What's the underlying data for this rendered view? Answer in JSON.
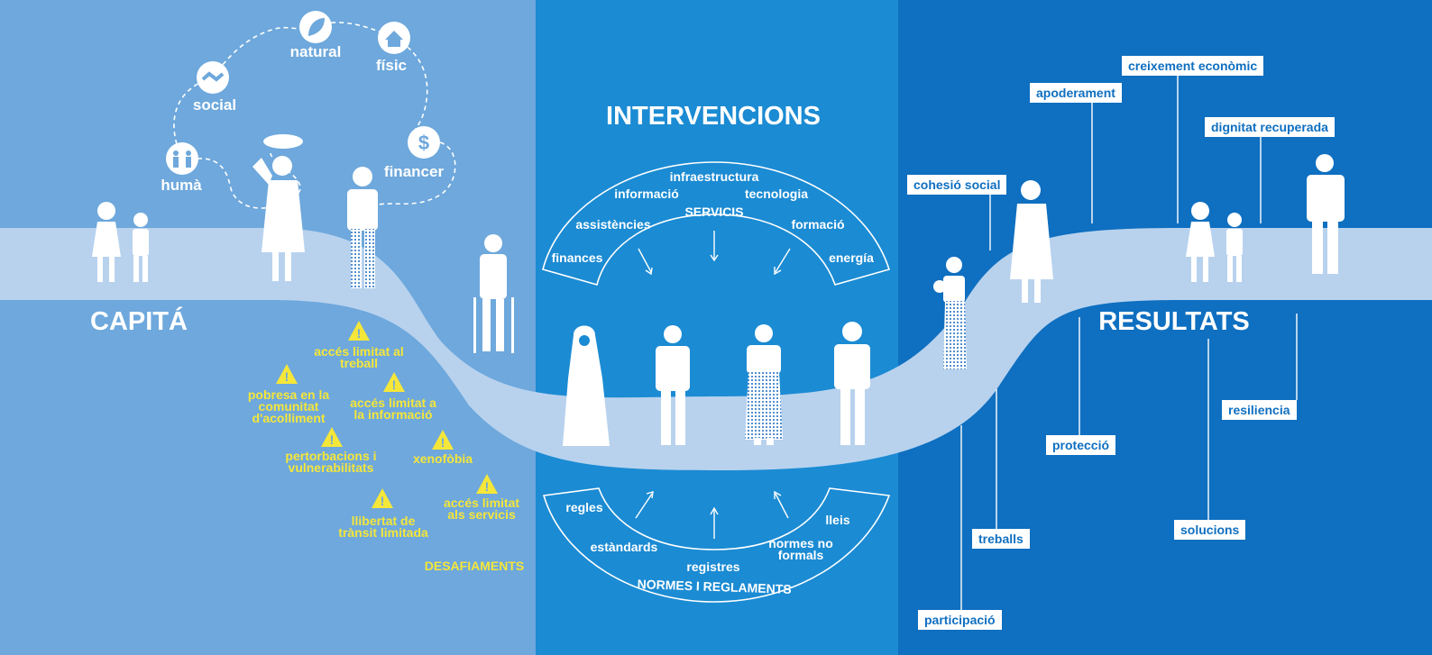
{
  "colors": {
    "panel_left": "#6ea8dc",
    "panel_center": "#1b8bd3",
    "panel_right": "#0f6fc0",
    "road": "#b8d2ee",
    "challenge": "#f5e63a",
    "white": "#ffffff"
  },
  "capital": {
    "title": "CAPITÁ",
    "items": [
      {
        "label": "humà",
        "icon": "family-icon"
      },
      {
        "label": "social",
        "icon": "handshake-icon"
      },
      {
        "label": "natural",
        "icon": "leaf-icon"
      },
      {
        "label": "físic",
        "icon": "house-icon"
      },
      {
        "label": "financer",
        "icon": "dollar-icon"
      }
    ]
  },
  "challenges": {
    "title": "DESAFIAMENTS",
    "items": [
      {
        "line1": "accés limitat al",
        "line2": "treball",
        "line3": ""
      },
      {
        "line1": "pobresa en la",
        "line2": "comunitat",
        "line3": "d'acolliment"
      },
      {
        "line1": "accés limitat a",
        "line2": "la informació",
        "line3": ""
      },
      {
        "line1": "pertorbacions i",
        "line2": "vulnerabilitats",
        "line3": ""
      },
      {
        "line1": "xenofòbia",
        "line2": "",
        "line3": ""
      },
      {
        "line1": "accés limitat",
        "line2": "als servicis",
        "line3": ""
      },
      {
        "line1": "llibertat de",
        "line2": "trànsit limitada",
        "line3": ""
      }
    ]
  },
  "interventions": {
    "title": "INTERVENCIONS",
    "services": {
      "title": "SERVICIS",
      "items": [
        "infraestructura",
        "informació",
        "tecnologia",
        "assistències",
        "formació",
        "finances",
        "energía"
      ]
    },
    "norms": {
      "title": "NORMES I REGLAMENTS",
      "items": [
        "regles",
        "lleis",
        "estàndards",
        "normes no",
        "formals",
        "registres"
      ]
    }
  },
  "results": {
    "title": "RESULTATS",
    "items": [
      "creixement econòmic",
      "apoderament",
      "dignitat recuperada",
      "cohesió social",
      "resiliencia",
      "protecció",
      "solucions",
      "treballs",
      "participació"
    ]
  }
}
